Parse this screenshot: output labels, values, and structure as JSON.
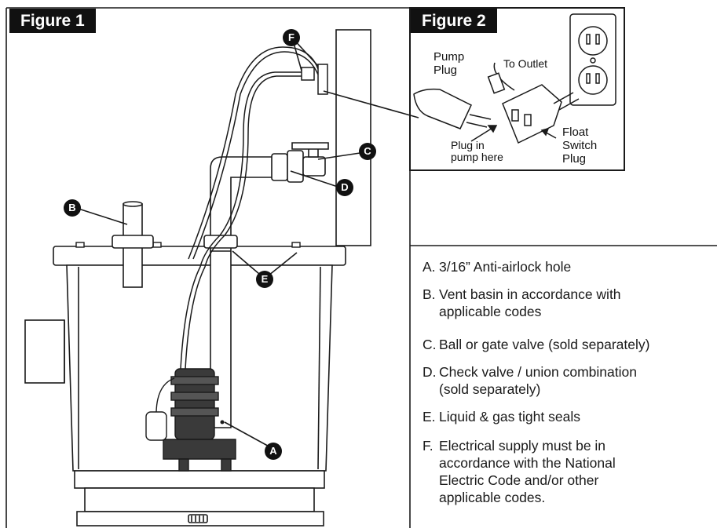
{
  "figure1": {
    "title": "Figure 1"
  },
  "figure2": {
    "title": "Figure 2",
    "labels": {
      "pump_plug": [
        "Pump",
        "Plug"
      ],
      "to_outlet": "To Outlet",
      "float_switch_plug": [
        "Float",
        "Switch",
        "Plug"
      ],
      "plug_in": [
        "Plug in",
        "pump here"
      ]
    }
  },
  "callouts": [
    "A",
    "B",
    "C",
    "D",
    "E",
    "F"
  ],
  "legend": [
    {
      "letter": "A.",
      "text": "3/16” Anti-airlock hole"
    },
    {
      "letter": "B.",
      "text": "Vent basin in accordance with\napplicable codes"
    },
    {
      "letter": "C.",
      "text": "Ball or gate valve (sold separately)"
    },
    {
      "letter": "D.",
      "text": "Check valve / union combination\n(sold separately)"
    },
    {
      "letter": "E.",
      "text": "Liquid & gas tight seals"
    },
    {
      "letter": "F.",
      "text": "Electrical supply must be in\naccordance with the National\nElectric Code and/or other\napplicable codes."
    }
  ],
  "colors": {
    "line": "#1a1a1a",
    "label_bg": "#111111",
    "label_fg": "#ffffff"
  }
}
